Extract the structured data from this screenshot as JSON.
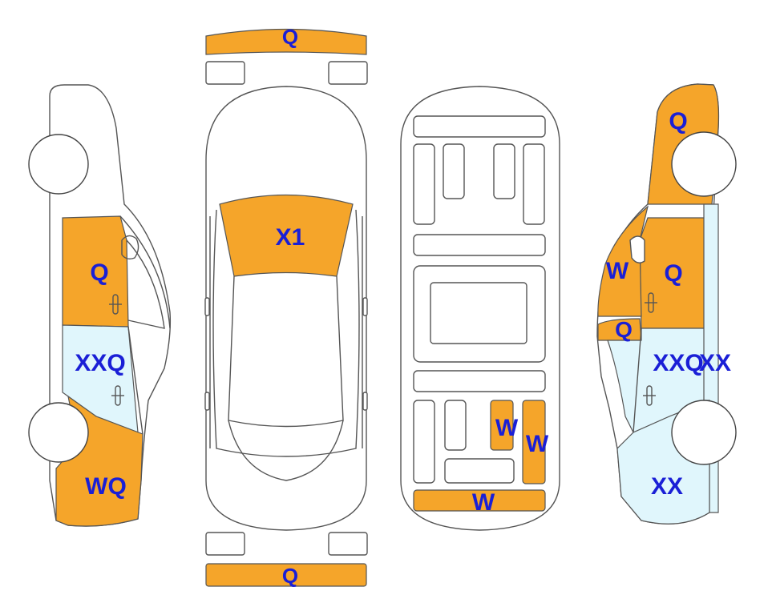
{
  "colors": {
    "damage_orange": "#f5a52a",
    "damage_blue": "#e0f6fc",
    "label_color": "#1a1fd6",
    "outline": "#555555"
  },
  "labels": {
    "front_bumper": "Q",
    "windshield": "X1",
    "rear_bumper": "Q",
    "left_front_door": "Q",
    "left_rear_door": "XXQ",
    "left_rear_quarter": "WQ",
    "right_front_fender": "Q",
    "right_a_pillar": "W",
    "right_front_door": "Q",
    "right_mirror": "Q",
    "right_rear_door": "XXQ",
    "right_rear_edge": "XX",
    "right_rear_quarter": "XX",
    "under_panel_left": "W",
    "under_panel_right": "W",
    "under_rear_bar": "W"
  }
}
